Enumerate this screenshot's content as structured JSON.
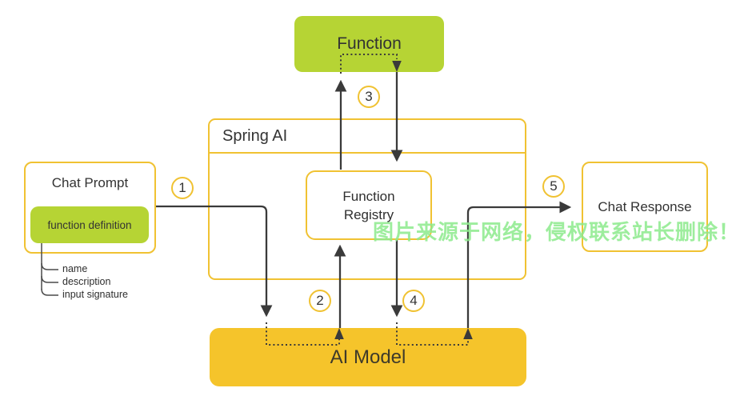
{
  "watermark": {
    "text": "图片来源于网络，侵权联系站长删除！",
    "color": "#8DEB8D"
  },
  "boxes": {
    "function": {
      "label": "Function",
      "fill": "#B6D434"
    },
    "spring_ai": {
      "label": "Spring AI",
      "border": "#F0C232"
    },
    "function_registry": {
      "label": "Function\nRegistry"
    },
    "chat_prompt": {
      "label": "Chat Prompt",
      "badge": "function definition",
      "badge_fill": "#B6D434"
    },
    "chat_response": {
      "label": "Chat Response"
    },
    "ai_model": {
      "label": "AI Model",
      "fill": "#F5C42B"
    }
  },
  "annotations": [
    "name",
    "description",
    "input signature"
  ],
  "steps": [
    "1",
    "2",
    "3",
    "4",
    "5"
  ],
  "colors": {
    "accent_yellow": "#F0C232",
    "lime_green": "#B6D434",
    "model_yellow": "#F5C42B",
    "arrow": "#3A3A3A",
    "text": "#333333",
    "background": "#FFFFFF"
  }
}
